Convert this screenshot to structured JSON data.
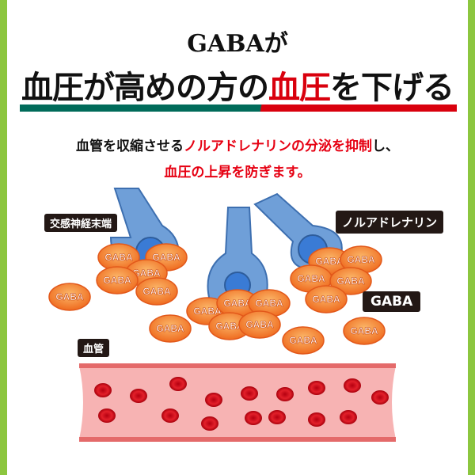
{
  "title": {
    "line1": "GABAが",
    "line2_black": "血圧が高めの方の",
    "line2_red": "血圧",
    "line2_black2": "を下げる"
  },
  "subtitle": {
    "line1_black": "血管を収縮させる",
    "line1_red": "ノルアドレナリンの分泌を抑制",
    "line1_black2": "し、",
    "line2": "血圧の上昇を防ぎます。"
  },
  "labels": {
    "nerve": "交感神経末端",
    "noradrenaline": "ノルアドレナリン",
    "gaba": "GABA",
    "vessel": "血管"
  },
  "molecules": [
    "GABA",
    "GABA",
    "GABA",
    "GABA",
    "GABA",
    "GABA",
    "GABA",
    "GABA",
    "GABA",
    "GABA",
    "GABA",
    "GABA",
    "GABA",
    "GABA",
    "GABA",
    "GABA",
    "GABA",
    "GABA",
    "GABA"
  ],
  "colors": {
    "border": "#8cc63f",
    "teal": "#006b5a",
    "red": "#d9000d",
    "nerve": "#6f9fd8",
    "molecule": "#f07a2a",
    "vessel": "#f6a5a5"
  }
}
